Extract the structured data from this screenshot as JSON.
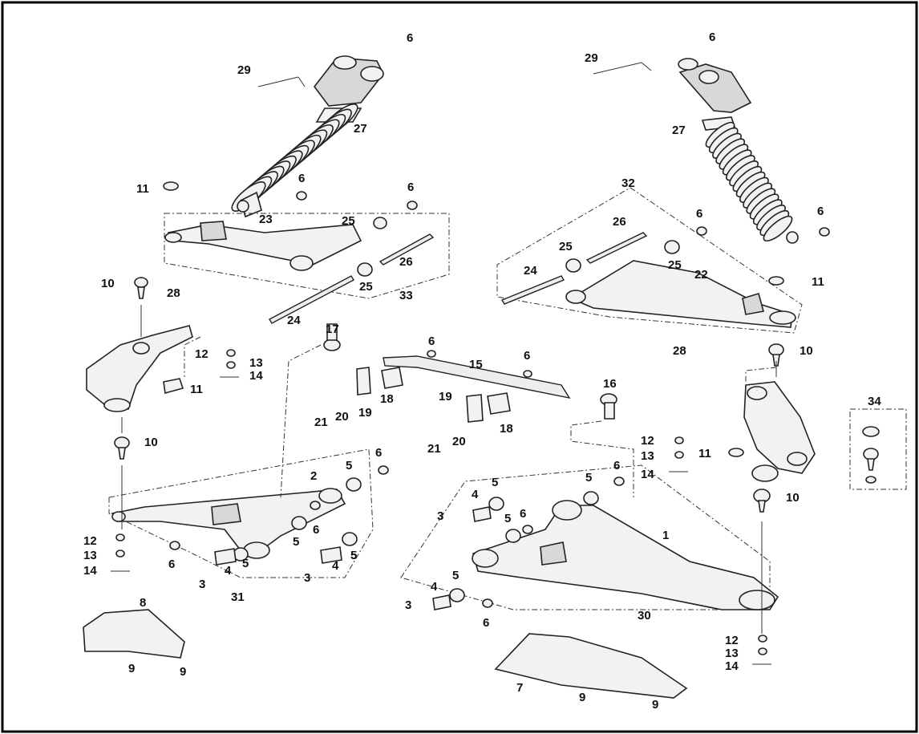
{
  "diagram": {
    "callouts": {
      "c29a": "29",
      "c6a": "6",
      "c27a": "27",
      "c11a": "11",
      "c6b": "6",
      "c6c": "6",
      "c23": "23",
      "c25a": "25",
      "c26a": "26",
      "c10a": "10",
      "c28a": "28",
      "c25b": "25",
      "c33": "33",
      "c24a": "24",
      "c29b": "29",
      "c6d": "6",
      "c27b": "27",
      "c32": "32",
      "c26b": "26",
      "c6e": "6",
      "c6f": "6",
      "c25c": "25",
      "c25d": "25",
      "c24b": "24",
      "c22": "22",
      "c11b": "11",
      "c28b": "28",
      "c10b": "10",
      "c17": "17",
      "c6g": "6",
      "c15": "15",
      "c6h": "6",
      "c16": "16",
      "c12a": "12",
      "c13a": "13",
      "c14a": "14",
      "c11c": "11",
      "c18a": "18",
      "c19a": "19",
      "c20a": "20",
      "c21a": "21",
      "c19b": "19",
      "c18b": "18",
      "c20b": "20",
      "c21b": "21",
      "c10c": "10",
      "c34": "34",
      "c2": "2",
      "c5a": "5",
      "c6i": "6",
      "c12b": "12",
      "c13b": "13",
      "c14b": "14",
      "c6j": "6",
      "c5b": "5",
      "c6k": "6",
      "c5c": "5",
      "c4a": "4",
      "c5d": "5",
      "c3a": "3",
      "c31": "31",
      "c3b": "3",
      "c4b": "4",
      "c5e": "5",
      "c4c": "4",
      "c5f": "5",
      "c6l": "6",
      "c5g": "5",
      "c3c": "3",
      "c6m": "6",
      "c5h": "5",
      "c1": "1",
      "c12c": "12",
      "c13c": "13",
      "c14c": "14",
      "c11d": "11",
      "c6n": "6",
      "c10d": "10",
      "c4d": "4",
      "c5i": "5",
      "c3d": "3",
      "c6o": "6",
      "c30": "30",
      "c12d": "12",
      "c13d": "13",
      "c14d": "14",
      "c8": "8",
      "c9a": "9",
      "c9b": "9",
      "c7": "7",
      "c9c": "9",
      "c9d": "9"
    }
  }
}
